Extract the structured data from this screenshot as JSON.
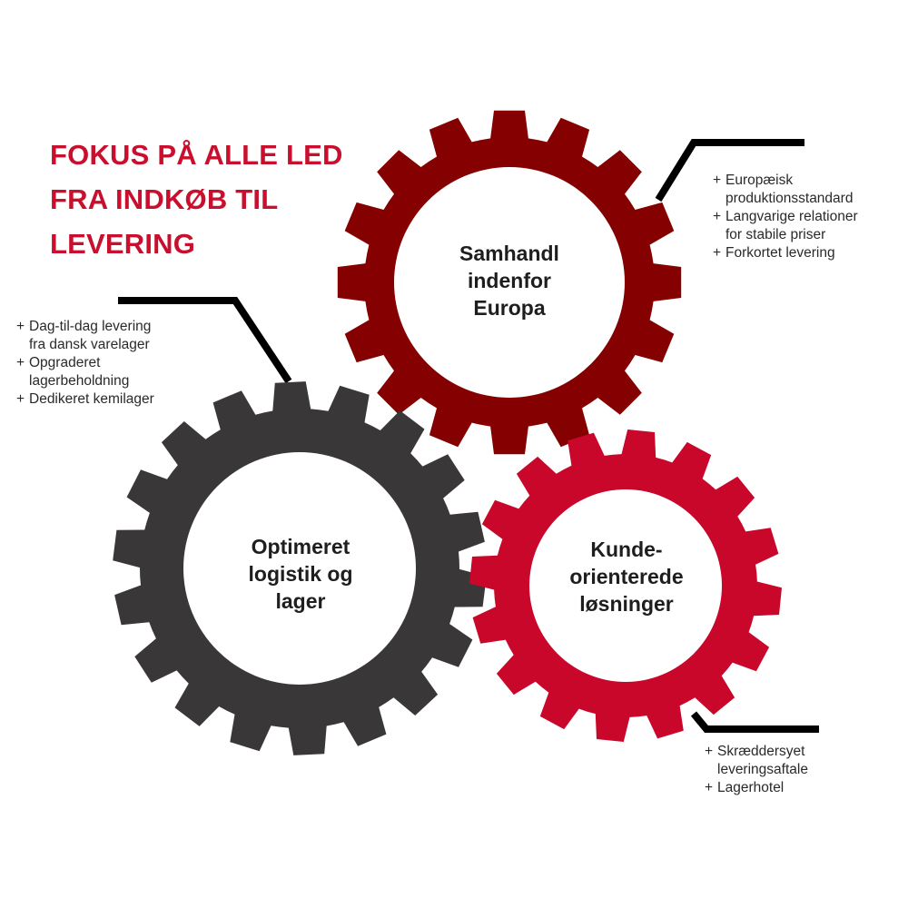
{
  "title": {
    "lines": [
      "FOKUS PÅ ALLE LED",
      "FRA INDKØB TIL",
      "LEVERING"
    ]
  },
  "colors": {
    "title": "#c8102e",
    "gear_europe": "#850000",
    "gear_logistics": "#3a3738",
    "gear_customer": "#c8072b",
    "connector": "#000000"
  },
  "gears": {
    "europe": {
      "label_lines": [
        "Samhandl",
        "indenfor",
        "Europa"
      ],
      "bullets": [
        [
          "Europæisk",
          "produktionsstandard"
        ],
        [
          "Langvarige relationer",
          "for stabile priser"
        ],
        [
          "Forkortet levering"
        ]
      ]
    },
    "logistics": {
      "label_lines": [
        "Optimeret",
        "logistik og",
        "lager"
      ],
      "bullets": [
        [
          "Dag-til-dag levering",
          "fra dansk varelager"
        ],
        [
          "Opgraderet",
          "lagerbeholdning"
        ],
        [
          "Dedikeret kemilager"
        ]
      ]
    },
    "customer": {
      "label_lines": [
        "Kunde-",
        "orienterede",
        "løsninger"
      ],
      "bullets": [
        [
          "Skræddersyet",
          "leveringsaftale"
        ],
        [
          "Lagerhotel"
        ]
      ]
    }
  },
  "bullet_prefix": "+"
}
